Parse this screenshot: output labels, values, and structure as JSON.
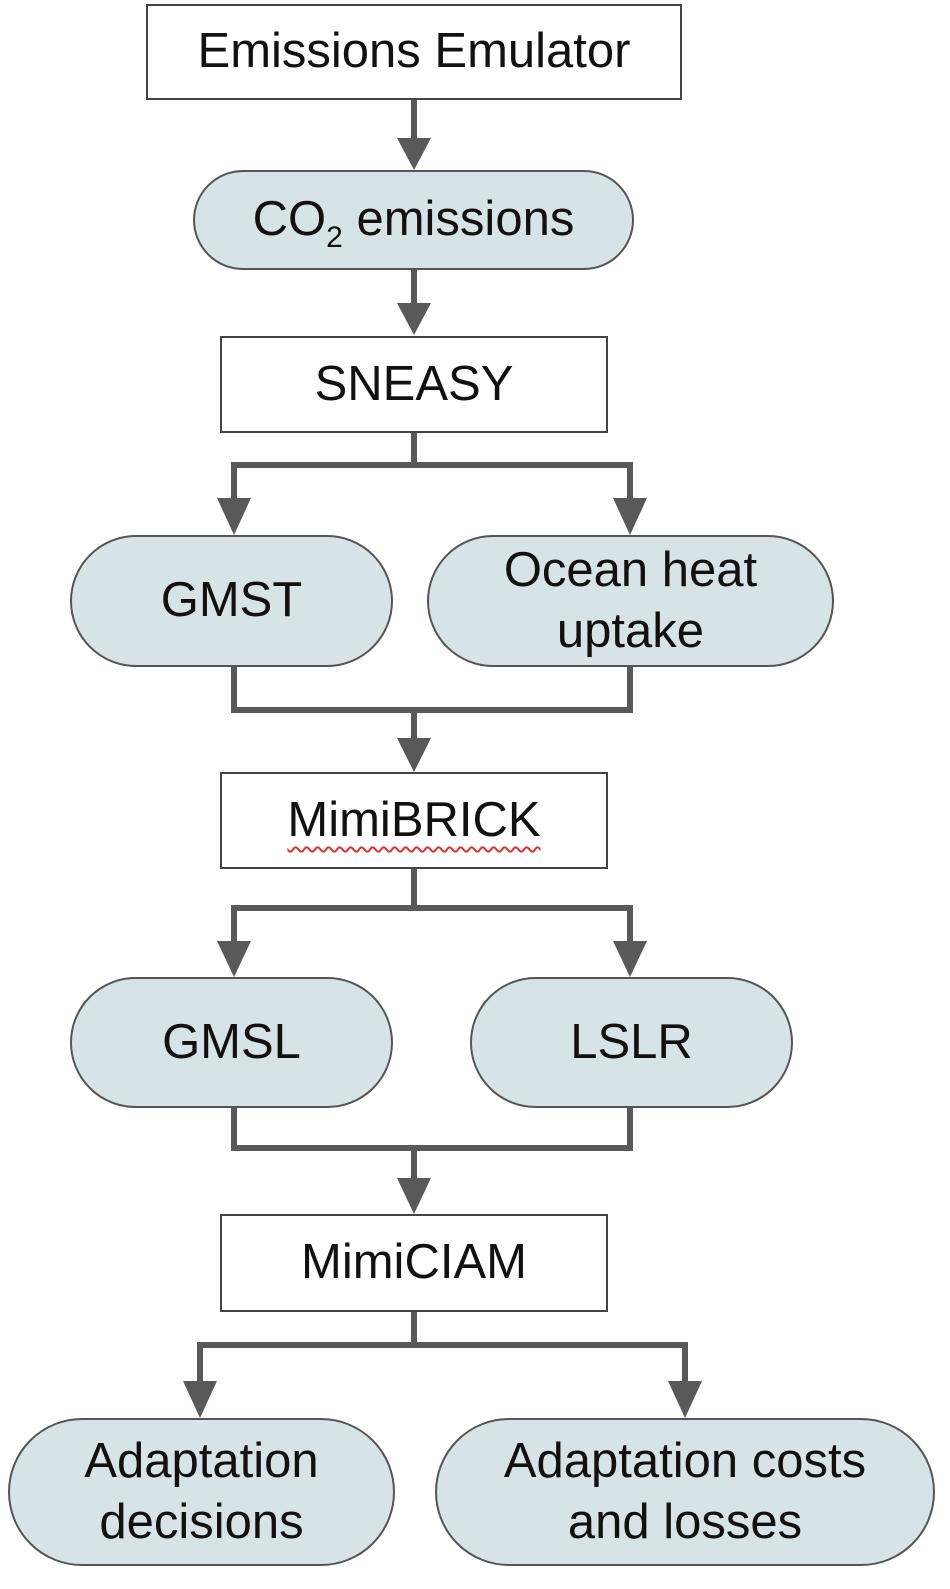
{
  "nodes": {
    "emissions_emulator": "Emissions Emulator",
    "co2_emissions": {
      "prefix": "CO",
      "subscript": "2",
      "suffix": " emissions"
    },
    "sneasy": "SNEASY",
    "gmst": "GMST",
    "ocean_heat_uptake": {
      "line1": "Ocean heat",
      "line2": "uptake"
    },
    "mimibrick": "MimiBRICK",
    "gmsl": "GMSL",
    "lslr": "LSLR",
    "mimiciam": "MimiCIAM",
    "adaptation_decisions": {
      "line1": "Adaptation",
      "line2": "decisions"
    },
    "adaptation_costs": {
      "line1": "Adaptation costs",
      "line2": "and losses"
    }
  },
  "colors": {
    "pill_fill": "#d7e3e6",
    "pill_border": "#555555",
    "box_border": "#444444",
    "connector": "#595959",
    "spellcheck_underline": "#e03030"
  }
}
